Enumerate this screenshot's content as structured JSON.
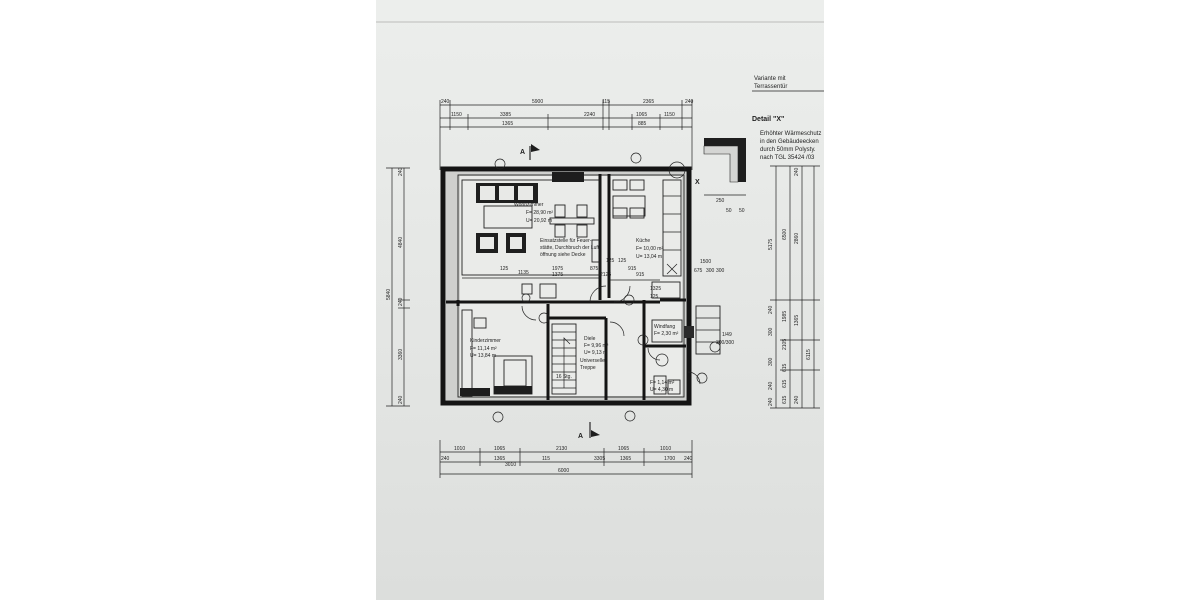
{
  "sheet": {
    "variant_note": [
      "Variante mit",
      "Terrassentür"
    ],
    "detail_title": "Detail \"X\"",
    "detail_notes": [
      "Erhöhter Wärmeschutz",
      "in den Gebäudeecken",
      "durch 50mm Polysty.",
      "nach TGL 35424 /03"
    ],
    "detail_dims": [
      "250",
      "50",
      "50"
    ]
  },
  "dims": {
    "top_row1": [
      "240",
      "5900",
      "115",
      "2365",
      "240"
    ],
    "top_row2": [
      "1150",
      "3385",
      "2240",
      "1065",
      "1150"
    ],
    "top_row3": [
      "1365",
      "885"
    ],
    "bottom_row1": [
      "1010",
      "1065",
      "2130",
      "1065",
      "1010"
    ],
    "bottom_row2": [
      "240",
      "1365",
      "3010",
      "115",
      "3305",
      "1365",
      "1700",
      "240"
    ],
    "bottom_total": "6000",
    "left": [
      "240",
      "4840",
      "5840",
      "240",
      "3360",
      "240"
    ],
    "right_a": [
      "5175",
      "240",
      "300",
      "300",
      "240",
      "240"
    ],
    "right_b": [
      "6500",
      "1985",
      "2105",
      "615",
      "615",
      "615"
    ],
    "right_c": [
      "240",
      "2860",
      "1365",
      "6115",
      "240"
    ],
    "interior": [
      "125",
      "1135",
      "1975",
      "875",
      "125",
      "125",
      "915",
      "1375",
      "2125",
      "915",
      "1325",
      "125",
      "1500",
      "675",
      "300",
      "300"
    ]
  },
  "rooms": {
    "wohnzimmer": {
      "name": "Wohnzimmer",
      "area": "F= 28,90 m²",
      "perimeter": "U= 20,92 m"
    },
    "fireplace_note": [
      "Einsatzstelle für Feuer-",
      "stätte, Durchbruch der Luft-",
      "öffnung siehe Decke"
    ],
    "kueche": {
      "name": "Küche",
      "area": "F= 10,00 m²",
      "perimeter": "U= 13,04 m"
    },
    "kinderzimmer": {
      "name": "Kinderzimmer",
      "area": "F= 11,14 m²",
      "perimeter": "U= 13,84 m"
    },
    "diele": {
      "name": "Diele",
      "area": "F= 9,96 m²",
      "perimeter": "U= 9,13 m"
    },
    "stair_note": [
      "Universelle",
      "Treppe"
    ],
    "stair_steps": "16 Stg.",
    "windfang": {
      "name": "Windfang",
      "area": "F= 2,30 m²"
    },
    "wc": {
      "area": "F= 1,14 m²",
      "perimeter": "U= 4,30 m"
    },
    "sheet_ref": "1/49",
    "sheet_ref2": "300/300"
  },
  "markers": {
    "section": [
      "A",
      "A"
    ],
    "x_mark": "X"
  }
}
